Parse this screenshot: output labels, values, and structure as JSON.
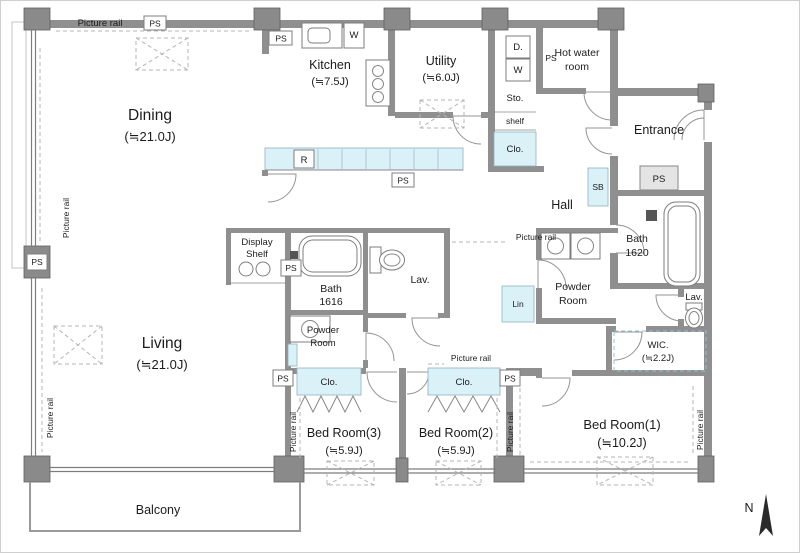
{
  "labels": {
    "picture_rail": "Picture rail",
    "ps": "PS",
    "clo": "Clo.",
    "sto": "Sto.",
    "shelf": "shelf",
    "sb": "SB",
    "lin": "Lin",
    "d_box": "D.",
    "w_box": "W",
    "r_box": "R",
    "north": "N"
  },
  "rooms": {
    "dining": {
      "name": "Dining",
      "size": "(≒21.0J)"
    },
    "kitchen": {
      "name": "Kitchen",
      "size": "(≒7.5J)"
    },
    "utility": {
      "name": "Utility",
      "size": "(≒6.0J)"
    },
    "hot_water": {
      "line1": "Hot water",
      "line2": "room"
    },
    "entrance": {
      "name": "Entrance"
    },
    "hall": {
      "name": "Hall"
    },
    "living": {
      "name": "Living",
      "size": "(≒21.0J)"
    },
    "balcony": {
      "name": "Balcony"
    },
    "bath_main": {
      "name": "Bath",
      "size": "1620"
    },
    "bath_sub": {
      "name": "Bath",
      "size": "1616"
    },
    "lav": {
      "name": "Lav."
    },
    "powder": {
      "line1": "Powder",
      "line2": "Room"
    },
    "wic": {
      "name": "WIC.",
      "size": "(≒2.2J)"
    },
    "bed1": {
      "name": "Bed Room(1)",
      "size": "(≒10.2J)"
    },
    "bed2": {
      "name": "Bed Room(2)",
      "size": "(≒5.9J)"
    },
    "bed3": {
      "name": "Bed Room(3)",
      "size": "(≒5.9J)"
    },
    "display_shelf": {
      "line1": "Display",
      "line2": "Shelf"
    }
  },
  "colors": {
    "wall": "#8f8f8f",
    "fixture_fill": "#daf1f8",
    "line": "#888888"
  }
}
